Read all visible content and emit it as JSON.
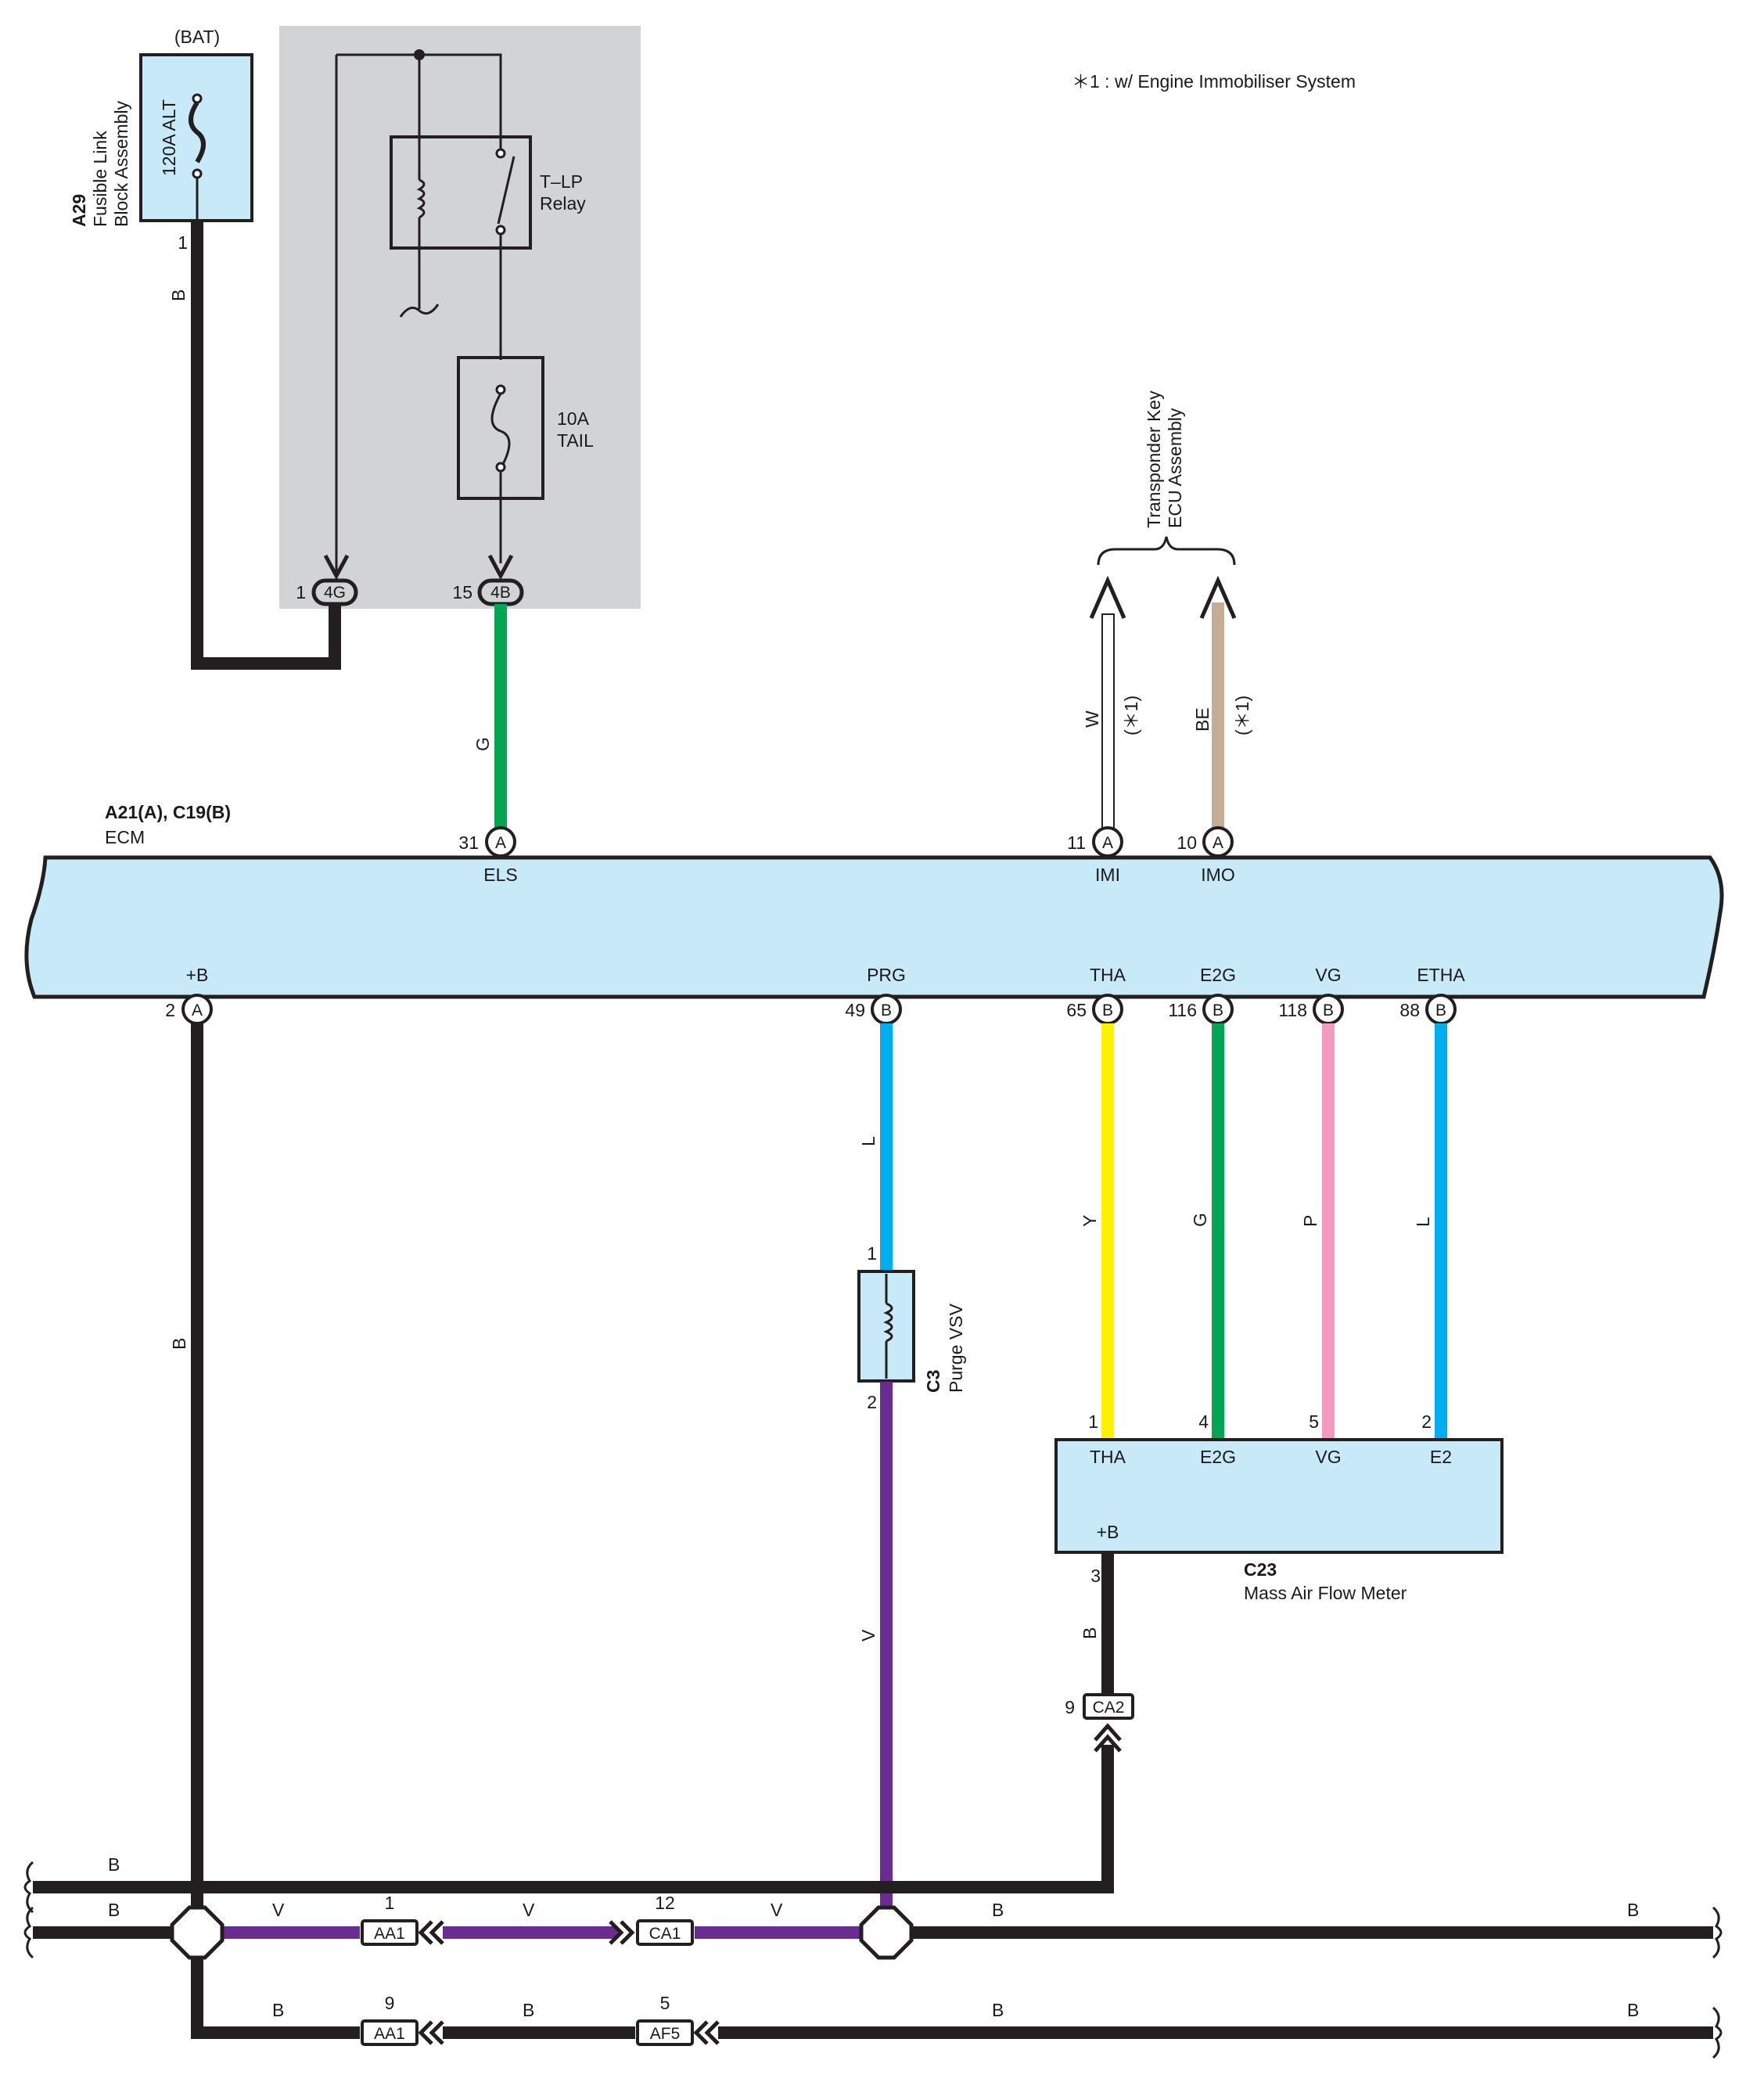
{
  "note": "＊1 : w/ Engine Immobiliser System",
  "fusible_link": {
    "tag": "(BAT)",
    "id": "A29",
    "name_line1": "Fusible Link",
    "name_line2": "Block Assembly",
    "fuse": "120A ALT",
    "pin": "1",
    "wire": "B"
  },
  "relay_box": {
    "relay_line1": "T–LP",
    "relay_line2": "Relay",
    "fuse_line1": "10A",
    "fuse_line2": "TAIL",
    "left_pin": "1",
    "left_conn": "4G",
    "right_pin": "15",
    "right_conn": "4B"
  },
  "transponder": {
    "name_line1": "Transponder Key",
    "name_line2": "ECU Assembly",
    "wire_w": "W",
    "wire_be": "BE",
    "note_ref": "(＊1)"
  },
  "ecm": {
    "id": "A21(A), C19(B)",
    "name": "ECM",
    "top_pins": [
      {
        "num": "31",
        "conn": "A",
        "label": "ELS",
        "wire": "G"
      },
      {
        "num": "11",
        "conn": "A",
        "label": "IMI",
        "wire": "W"
      },
      {
        "num": "10",
        "conn": "A",
        "label": "IMO",
        "wire": "BE"
      }
    ],
    "bottom_pins": [
      {
        "num": "2",
        "conn": "A",
        "label": "+B",
        "wire": "B"
      },
      {
        "num": "49",
        "conn": "B",
        "label": "PRG",
        "wire": "L"
      },
      {
        "num": "65",
        "conn": "B",
        "label": "THA",
        "wire": "Y"
      },
      {
        "num": "116",
        "conn": "B",
        "label": "E2G",
        "wire": "G"
      },
      {
        "num": "118",
        "conn": "B",
        "label": "VG",
        "wire": "P"
      },
      {
        "num": "88",
        "conn": "B",
        "label": "ETHA",
        "wire": "L"
      }
    ]
  },
  "purge_vsv": {
    "id": "C3",
    "name": "Purge VSV",
    "pin1": "1",
    "pin2": "2",
    "wire_out": "V"
  },
  "maf": {
    "id": "C23",
    "name": "Mass Air Flow Meter",
    "pins": [
      {
        "num": "1",
        "label": "THA"
      },
      {
        "num": "4",
        "label": "E2G"
      },
      {
        "num": "5",
        "label": "VG"
      },
      {
        "num": "2",
        "label": "E2"
      }
    ],
    "pb_label": "+B",
    "pb_pin": "3",
    "ground_wire": "B",
    "ground_conn_pin": "9",
    "ground_conn": "CA2"
  },
  "bottom": {
    "row1_wire": "B",
    "row2": {
      "left_wire": "B",
      "v_labels": [
        "V",
        "V",
        "V"
      ],
      "j1_pin": "1",
      "j1": "AA1",
      "j2_pin": "12",
      "j2": "CA1",
      "right_wire_a": "B",
      "right_wire_b": "B"
    },
    "row3": {
      "wire_labels": [
        "B",
        "B",
        "B",
        "B"
      ],
      "j1_pin": "9",
      "j1": "AA1",
      "j2_pin": "5",
      "j2": "AF5"
    }
  },
  "colors": {
    "panel_gray": "#d1d3d4",
    "component_blue": "#c8e9f8",
    "wire_black": "#231f20",
    "wire_green": "#00a651",
    "wire_blue": "#00aeef",
    "wire_yellow": "#fff200",
    "wire_pink": "#f49ac1",
    "wire_violet": "#6a2c91",
    "wire_beige": "#c4ad94"
  }
}
